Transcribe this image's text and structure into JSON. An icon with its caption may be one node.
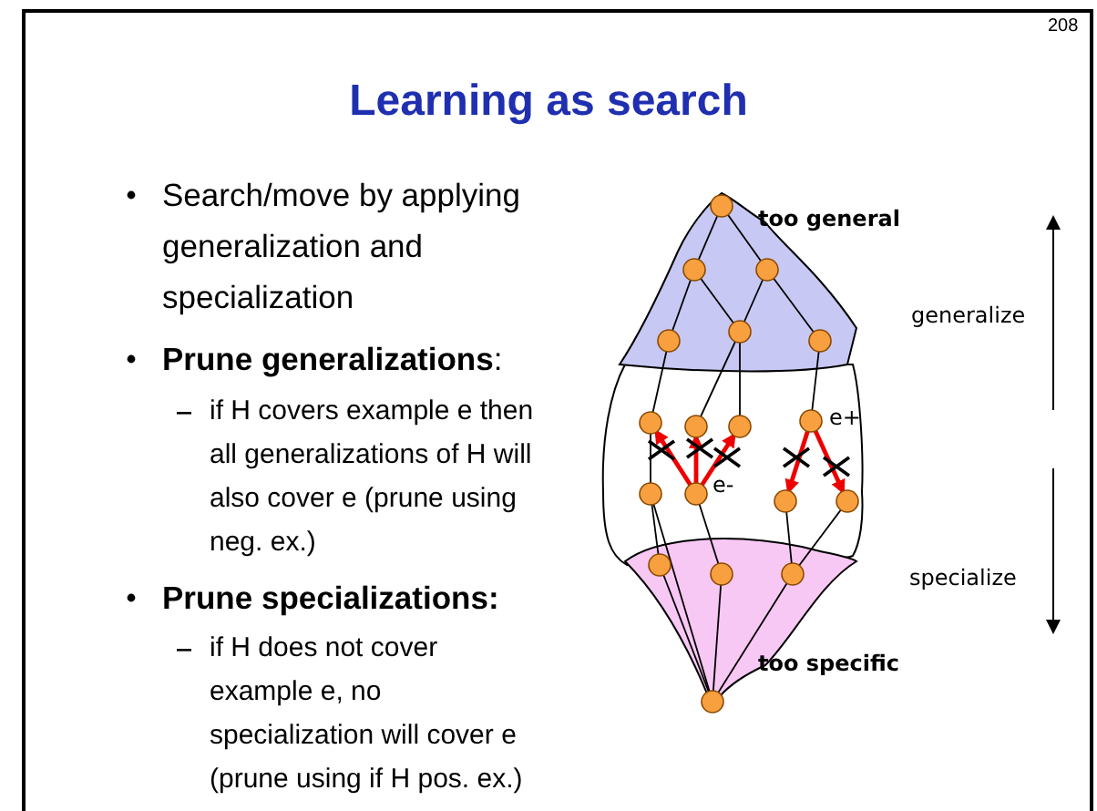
{
  "diagram": {
    "title": "Learning as search",
    "labels": [
      "208",
      "Search/move by applying generalization and specialization",
      "**Prune generalizations**:",
      "if H covers example e then all generalizations of H will also cover e (prune using neg. ex.)",
      "Prune specializations:",
      "if H does not cover example e, no specialization will cover e (prune using if H pos. ex.)",
      "too general",
      "generalize",
      "e+",
      "e-",
      "specialize",
      "too specific"
    ]
  }
}
